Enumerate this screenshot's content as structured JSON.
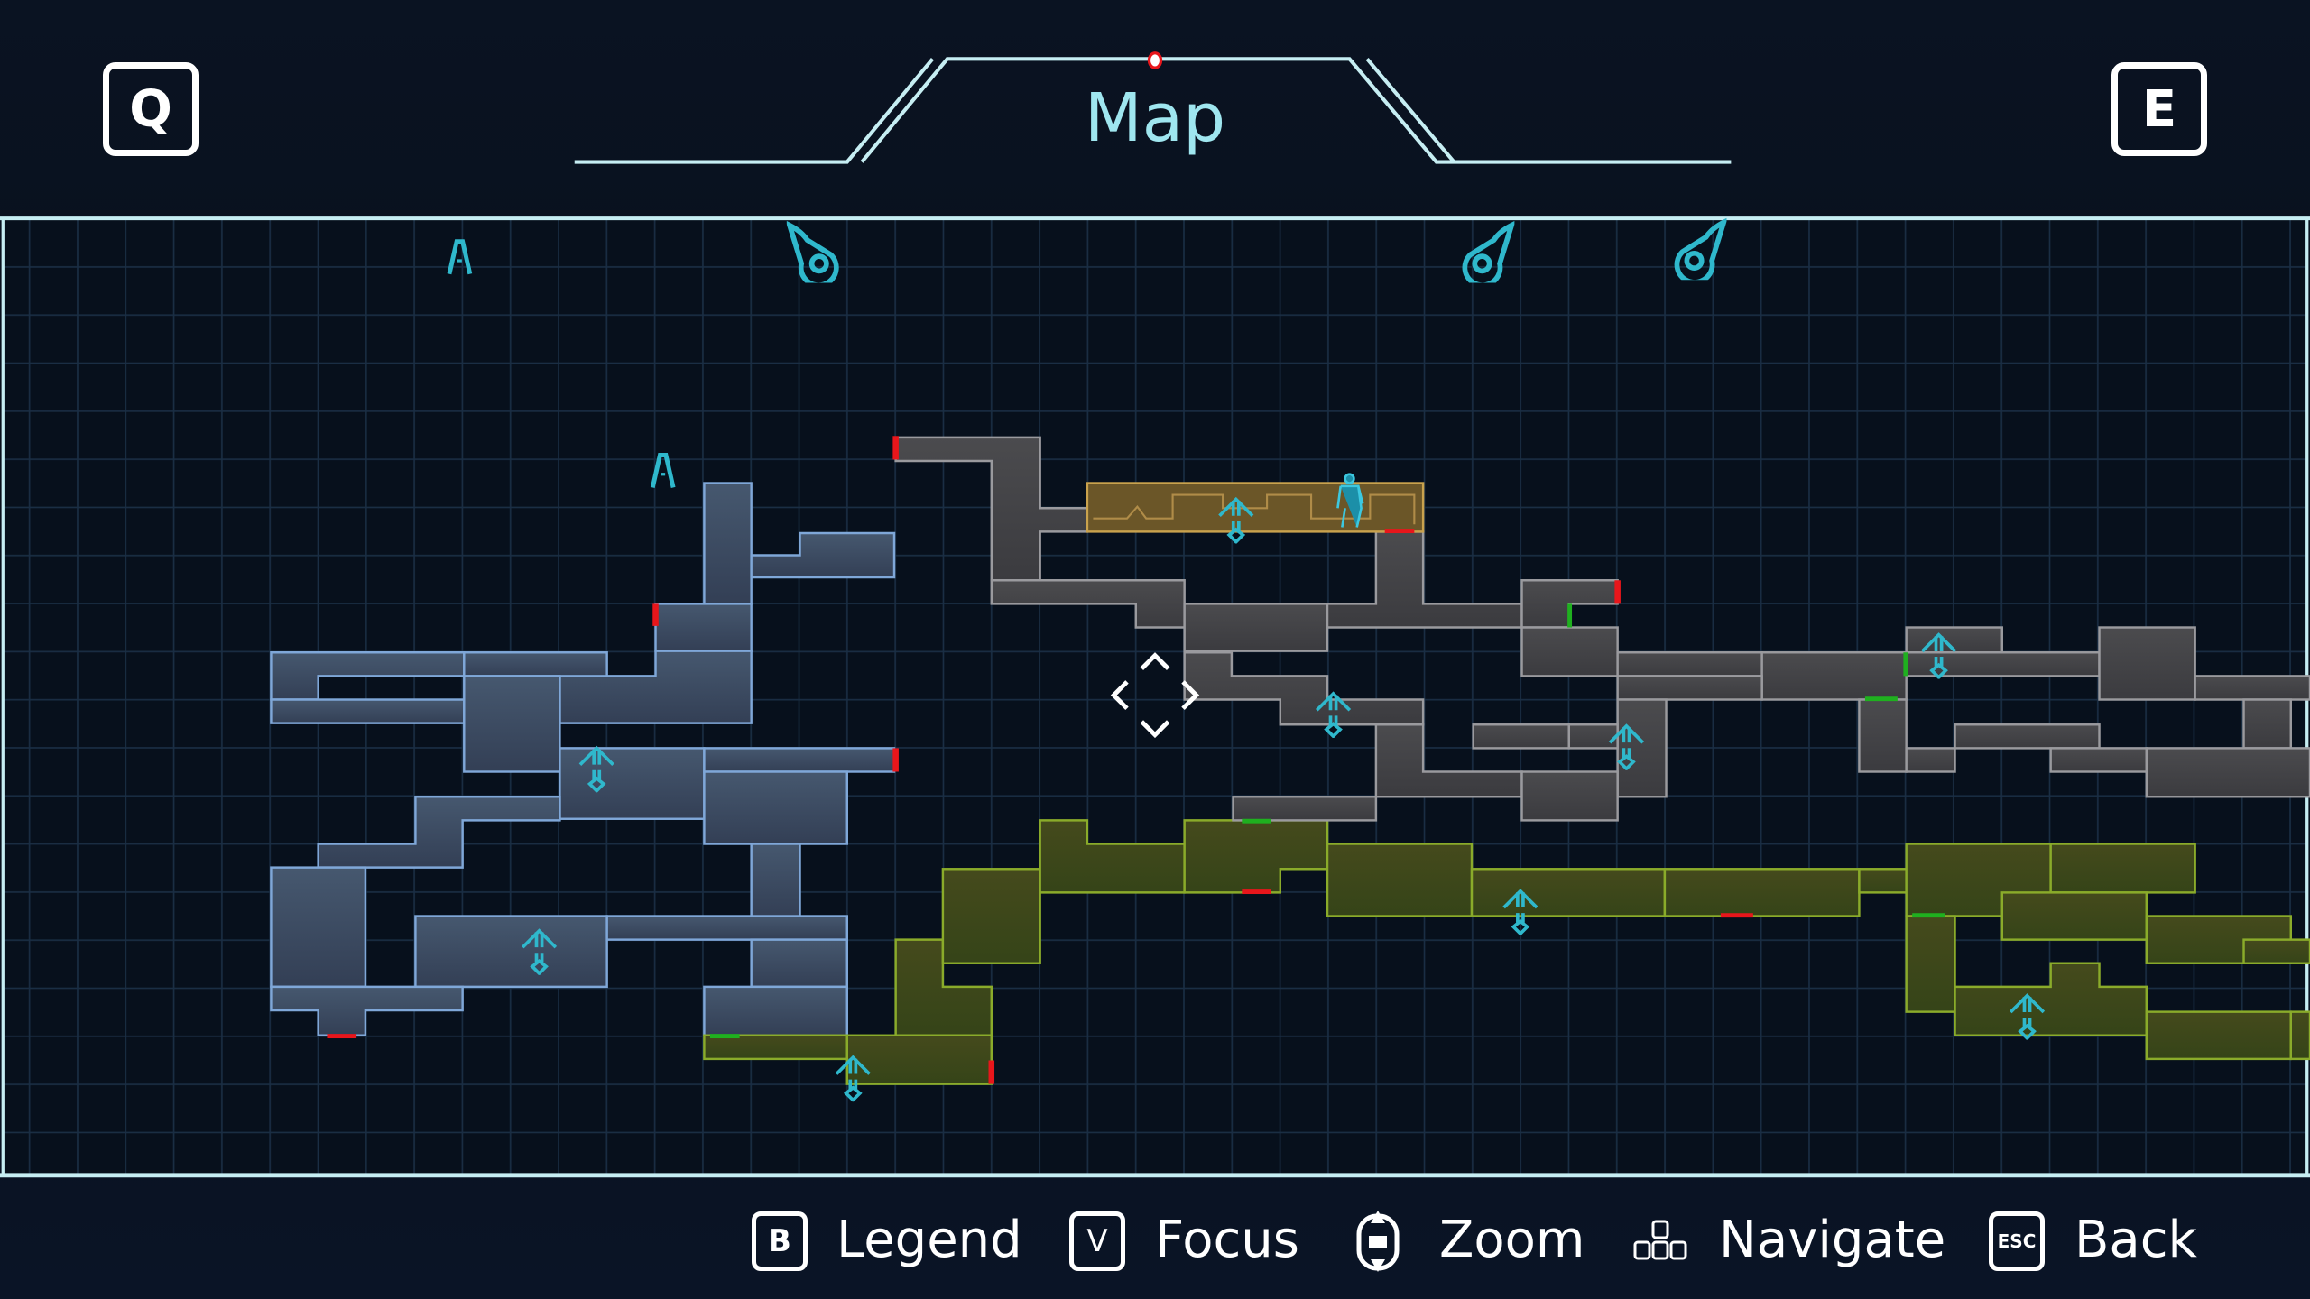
{
  "header": {
    "title": "Map",
    "prev_key": "Q",
    "next_key": "E"
  },
  "footer": {
    "items": [
      {
        "key": "B",
        "label": "Legend"
      },
      {
        "key": "V",
        "label": "Focus"
      },
      {
        "key": "mouse-wheel-icon",
        "label": "Zoom"
      },
      {
        "key": "wasd-icon",
        "label": "Navigate"
      },
      {
        "key": "ESC",
        "label": "Back"
      }
    ]
  },
  "colors": {
    "accent": "#9fe6ef",
    "marker": "#2fb8cc",
    "explored_blue": "#3f5068",
    "explored_gray": "#454548",
    "explored_olive": "#3e4a1c",
    "current_room": "#6b5628",
    "locked_door": "#e8161b",
    "open_door": "#1fb01f"
  }
}
